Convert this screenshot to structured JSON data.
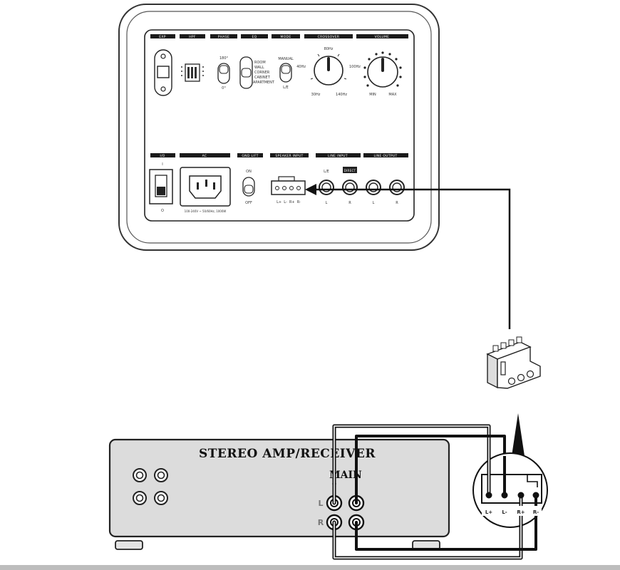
{
  "panel": {
    "top_headers": [
      "EXP",
      "HPF",
      "PHASE",
      "EQ",
      "MODE",
      "CROSSOVER",
      "VOLUME"
    ],
    "bottom_headers": [
      "I/O",
      "AC",
      "GND LIFT",
      "SPEAKER INPUT",
      "LINE INPUT",
      "LINE OUTPUT"
    ],
    "phase": {
      "top": "180°",
      "bottom": "0°"
    },
    "eq_options": [
      "ROOM",
      "WALL",
      "CORNER",
      "CABINET",
      "APARTMENT"
    ],
    "mode": {
      "top": "MANUAL",
      "bottom": "L/E"
    },
    "crossover": {
      "top": "80Hz",
      "left": "40Hz",
      "right": "100Hz",
      "bottom_left": "30Hz",
      "bottom_right": "140Hz"
    },
    "volume": {
      "min": "MIN",
      "max": "MAX"
    },
    "power_switch": {
      "on": "I",
      "off": "O"
    },
    "ac_spec": "100-240V ~ 50/60Hz, 1000W",
    "gnd_lift": {
      "on": "ON",
      "off": "OFF"
    },
    "speaker_input_terminals": "L+  L-  R+  R-",
    "line_input": {
      "mode": "L/E",
      "badge": "DIRECT",
      "left": "L",
      "right": "R"
    },
    "line_output": {
      "left": "L",
      "right": "R"
    }
  },
  "amp": {
    "title": "STEREO AMP/RECEIVER",
    "main_label": "MAIN",
    "plus": "+",
    "minus": "-",
    "row_left": "L",
    "row_right": "R"
  },
  "connector_zoom": {
    "terminals": [
      "L+",
      "L-",
      "R+",
      "R-"
    ]
  },
  "colors": {
    "line": "#111111",
    "panel_bg": "#ffffff",
    "amp_body": "#dcdcdc",
    "header_bar": "#1a1a1a"
  }
}
